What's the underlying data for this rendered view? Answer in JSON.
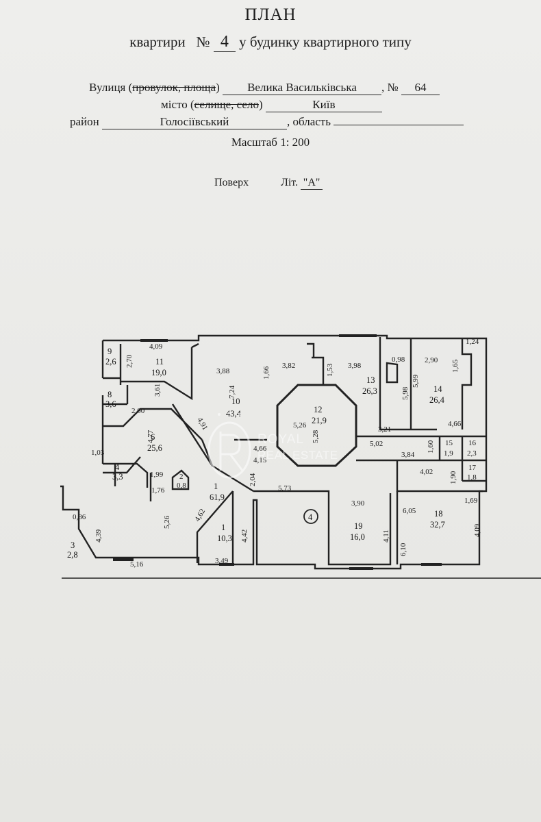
{
  "header": {
    "title": "ПЛАН",
    "subtitle_prefix": "квартири",
    "subtitle_no_sign": "№",
    "apartment_number": "4",
    "subtitle_suffix": "у будинку квартирного типу"
  },
  "address": {
    "street_label": "Вулиця",
    "street_alt_open": "(",
    "street_alt_strike": "провулок, площа",
    "street_alt_close": ")",
    "street_value": "Велика Васильківська",
    "number_label": ", №",
    "number_value": "64",
    "city_label": "місто",
    "city_alt_open": "(",
    "city_alt_strike": "селище, село",
    "city_alt_close": ")",
    "city_value": "Київ",
    "district_label": "район",
    "district_value": "Голосіївський",
    "region_label": ", область",
    "region_value": ""
  },
  "scale": "Масштаб 1: 200",
  "floor": {
    "floor_label": "Поверх",
    "lit_label": "Літ.",
    "lit_value": "\"А\""
  },
  "rooms": [
    {
      "id": "room-1",
      "number": "1",
      "area": "61,9"
    },
    {
      "id": "room-1b",
      "number": "1",
      "area": "10,3"
    },
    {
      "id": "room-2",
      "number": "2",
      "area": "0,8"
    },
    {
      "id": "room-3",
      "number": "3",
      "area": "2,8"
    },
    {
      "id": "room-4",
      "number": "4",
      "area": "3,3"
    },
    {
      "id": "room-6",
      "number": "6",
      "area": "25,6"
    },
    {
      "id": "room-8",
      "number": "8",
      "area": "3,6"
    },
    {
      "id": "room-9",
      "number": "9",
      "area": "2,6"
    },
    {
      "id": "room-10",
      "number": "10",
      "area": "43,4"
    },
    {
      "id": "room-11",
      "number": "11",
      "area": "19,0"
    },
    {
      "id": "room-12",
      "number": "12",
      "area": "21,9"
    },
    {
      "id": "room-13",
      "number": "13",
      "area": "26,3"
    },
    {
      "id": "room-14",
      "number": "14",
      "area": "26,4"
    },
    {
      "id": "room-15",
      "number": "15",
      "area": "1,9"
    },
    {
      "id": "room-16",
      "number": "16",
      "area": "2,3"
    },
    {
      "id": "room-17",
      "number": "17",
      "area": "1,8"
    },
    {
      "id": "room-18",
      "number": "18",
      "area": "32,7"
    },
    {
      "id": "room-19",
      "number": "19",
      "area": "16,0"
    }
  ],
  "dimensions": [
    "4,09",
    "2,70",
    "3,61",
    "2,00",
    "3,88",
    "1,66",
    "7,24",
    "3,82",
    "4,91",
    "1,53",
    "3,98",
    "0,98",
    "5,98",
    "5,99",
    "2,90",
    "1,65",
    "1,24",
    "5,26",
    "5,28",
    "4,77",
    "1,03",
    "4,66",
    "4,15",
    "3,21",
    "5,02",
    "4,66",
    "1,60",
    "3,84",
    "4,02",
    "1,99",
    "1,76",
    "2,04",
    "5,73",
    "1,90",
    "0,86",
    "4,39",
    "5,26",
    "4,62",
    "4,42",
    "3,90",
    "6,05",
    "1,69",
    "4,11",
    "6,10",
    "4,09",
    "5,16",
    "3,49"
  ],
  "stair_marker": "4",
  "watermark": {
    "line1": "ROYAL",
    "line2": "REAL ESTATE"
  }
}
